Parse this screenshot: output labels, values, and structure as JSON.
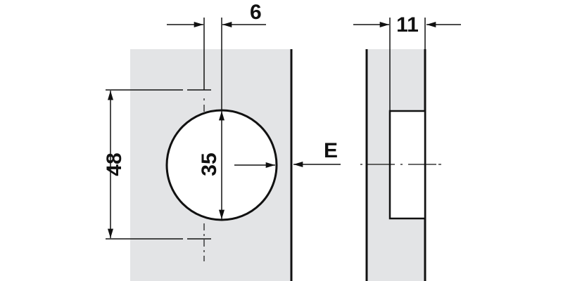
{
  "diagram": {
    "labels": {
      "offset": "6",
      "height": "48",
      "diameter": "35",
      "edge": "E",
      "depth": "11"
    },
    "colors": {
      "panel": "#e3e4e6",
      "line": "#111111"
    }
  }
}
